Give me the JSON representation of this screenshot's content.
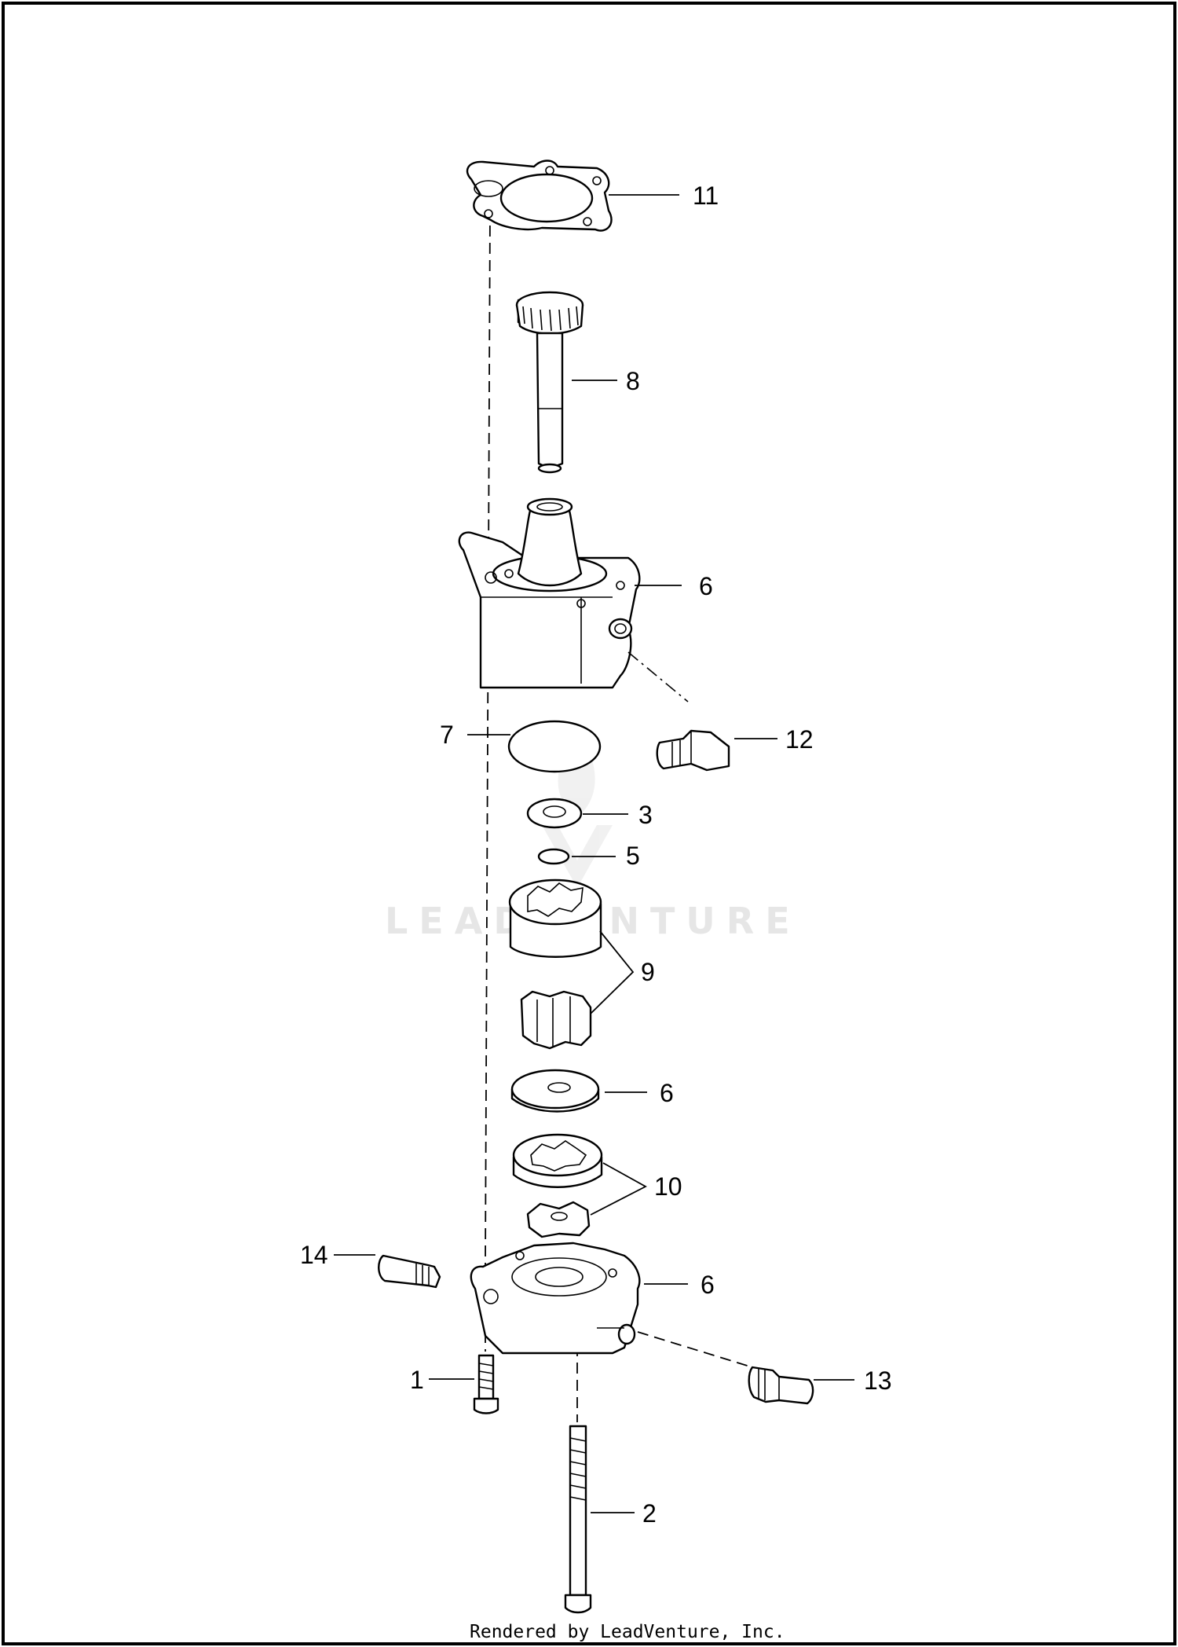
{
  "diagram": {
    "callouts": [
      {
        "id": "c11",
        "label": "11"
      },
      {
        "id": "c8",
        "label": "8"
      },
      {
        "id": "c6a",
        "label": "6"
      },
      {
        "id": "c7",
        "label": "7"
      },
      {
        "id": "c12",
        "label": "12"
      },
      {
        "id": "c3",
        "label": "3"
      },
      {
        "id": "c5",
        "label": "5"
      },
      {
        "id": "c9",
        "label": "9"
      },
      {
        "id": "c6b",
        "label": "6"
      },
      {
        "id": "c10",
        "label": "10"
      },
      {
        "id": "c14",
        "label": "14"
      },
      {
        "id": "c6c",
        "label": "6"
      },
      {
        "id": "c1",
        "label": "1"
      },
      {
        "id": "c13",
        "label": "13"
      },
      {
        "id": "c2",
        "label": "2"
      }
    ],
    "watermark": "LEADVENTURE",
    "footer": "Rendered by LeadVenture, Inc."
  },
  "colors": {
    "line": "#000000",
    "background": "#ffffff",
    "watermark": "#e6e6e6"
  }
}
